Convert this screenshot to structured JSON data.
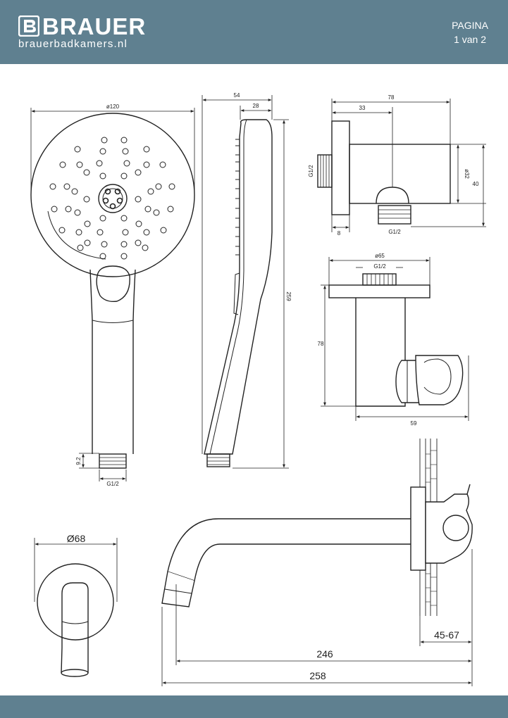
{
  "header": {
    "brand": "BRAUER",
    "website": "brauerbadkamers.nl",
    "page_label": "PAGINA",
    "page_number": "1 van 2",
    "color": "#5f8090"
  },
  "dimensions": {
    "hand_shower_diameter": "ø120",
    "hand_shower_depth": "54",
    "hand_shower_head_depth": "28",
    "hand_shower_length": "259",
    "hand_shower_thread_height": "9.2",
    "hand_shower_thread": "G1/2",
    "outlet_length": "78",
    "outlet_offset": "33",
    "outlet_diameter": "ø32",
    "outlet_height": "40",
    "outlet_flange": "8",
    "outlet_thread_in": "G1/2",
    "outlet_thread_out": "G1/2",
    "holder_diameter": "ø65",
    "holder_thread": "G1/2",
    "holder_height": "78",
    "holder_depth": "59",
    "rosette_diameter": "Ø68",
    "spout_wall_range": "45-67",
    "spout_projection": "246",
    "spout_total": "258"
  }
}
